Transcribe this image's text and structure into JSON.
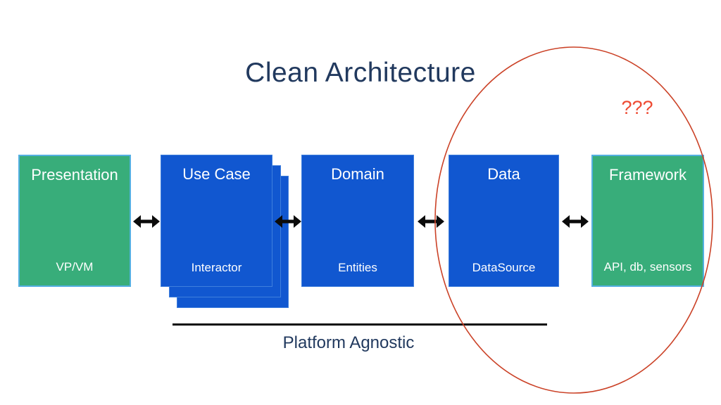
{
  "slide": {
    "title": "Clean Architecture",
    "question_marks": "???",
    "platform_label": "Platform Agnostic"
  },
  "boxes": [
    {
      "id": "presentation",
      "title": "Presentation",
      "subtitle": "VP/VM",
      "variant": "green",
      "stacked": false
    },
    {
      "id": "use-case",
      "title": "Use Case",
      "subtitle": "Interactor",
      "variant": "blue",
      "stacked": true
    },
    {
      "id": "domain",
      "title": "Domain",
      "subtitle": "Entities",
      "variant": "blue",
      "stacked": false
    },
    {
      "id": "data",
      "title": "Data",
      "subtitle": "DataSource",
      "variant": "blue",
      "stacked": false
    },
    {
      "id": "framework",
      "title": "Framework",
      "subtitle": "API, db, sensors",
      "variant": "green",
      "stacked": false
    }
  ],
  "icons": [
    "double-arrow-icon",
    "double-arrow-icon",
    "double-arrow-icon",
    "double-arrow-icon",
    "highlight-ellipse"
  ],
  "colors": {
    "background": "#ffffff",
    "title_navy": "#21395e",
    "box_green": "#38ad7a",
    "box_blue": "#1157d0",
    "green_border": "#54b0e2",
    "blue_border": "#3f7fdd",
    "arrow_black": "#0b0b0b",
    "ellipse_red": "#cb4227",
    "question_red": "#ee4b33"
  }
}
